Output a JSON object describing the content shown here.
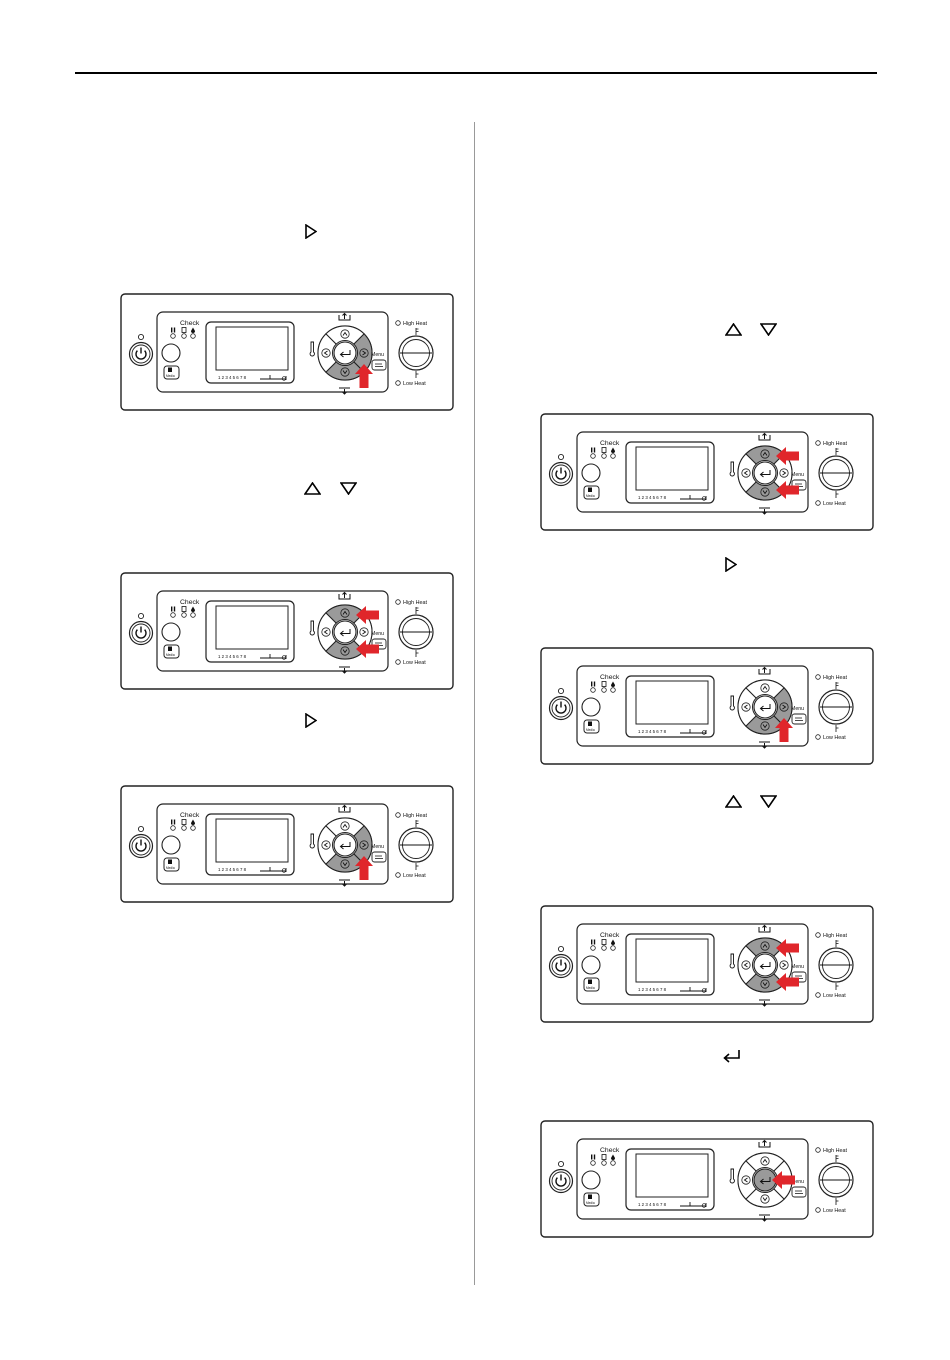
{
  "panel_labels": {
    "check": "Check",
    "menu": "Menu",
    "high_heat": "High Heat",
    "low_heat": "Low Heat",
    "lamp_numbers": "1 2 3 4 5 6 7 8",
    "media_small": "Media"
  },
  "colors": {
    "arrow": "#e0262b",
    "highlighted_button": "#9a9a9a",
    "rule": "#000000",
    "divider": "#999999"
  },
  "figures": [
    {
      "id": "fig-left-1",
      "highlight": [
        "right",
        "down"
      ],
      "arrows": [
        "right"
      ]
    },
    {
      "id": "fig-left-2",
      "highlight": [
        "up",
        "down"
      ],
      "arrows": [
        "up",
        "down"
      ]
    },
    {
      "id": "fig-left-3",
      "highlight": [
        "right",
        "down"
      ],
      "arrows": [
        "right"
      ]
    },
    {
      "id": "fig-right-1",
      "highlight": [
        "up",
        "down"
      ],
      "arrows": [
        "up",
        "down"
      ]
    },
    {
      "id": "fig-right-2",
      "highlight": [
        "right",
        "down"
      ],
      "arrows": [
        "right"
      ]
    },
    {
      "id": "fig-right-3",
      "highlight": [
        "up",
        "down"
      ],
      "arrows": [
        "up",
        "down"
      ]
    },
    {
      "id": "fig-right-4",
      "highlight": [
        "center"
      ],
      "arrows": [
        "center"
      ]
    }
  ],
  "glyphs": [
    {
      "id": "g1",
      "icon": "right-triangle-icon"
    },
    {
      "id": "g2",
      "icon": "up-triangle-icon"
    },
    {
      "id": "g3",
      "icon": "down-triangle-icon"
    },
    {
      "id": "g4",
      "icon": "right-triangle-icon"
    },
    {
      "id": "g5",
      "icon": "up-triangle-icon"
    },
    {
      "id": "g6",
      "icon": "down-triangle-icon"
    },
    {
      "id": "g7",
      "icon": "right-triangle-icon"
    },
    {
      "id": "g8",
      "icon": "up-triangle-icon"
    },
    {
      "id": "g9",
      "icon": "down-triangle-icon"
    },
    {
      "id": "g10",
      "icon": "enter-key-icon"
    }
  ]
}
